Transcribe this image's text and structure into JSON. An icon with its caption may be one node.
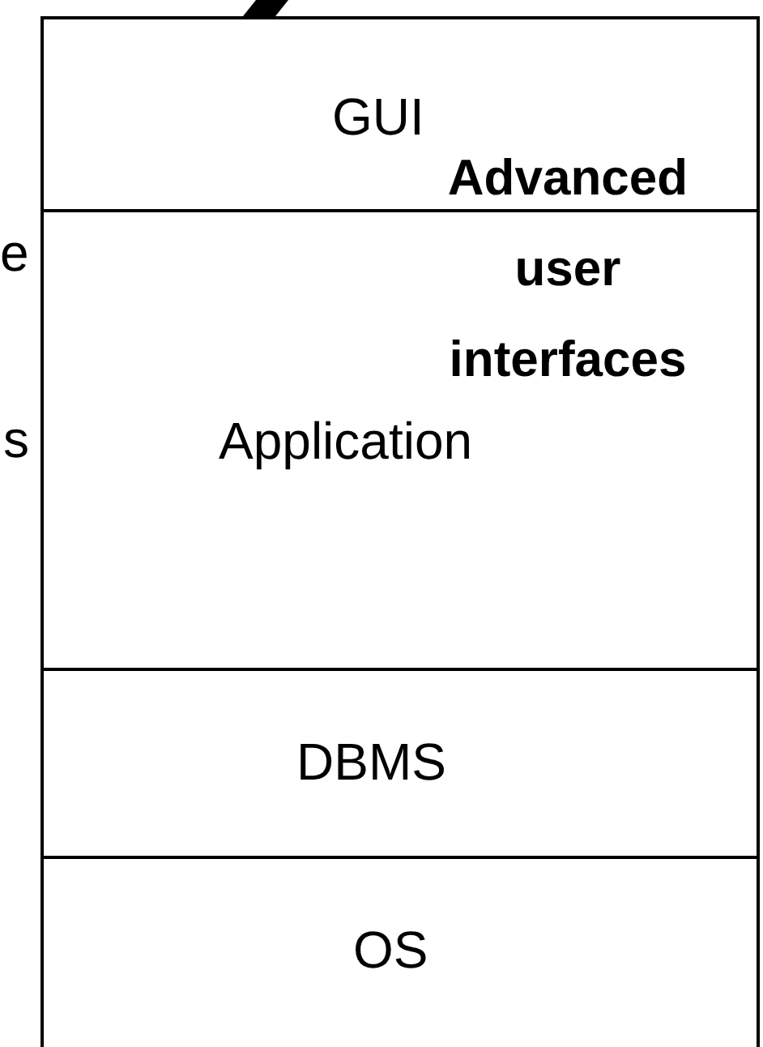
{
  "diagram": {
    "nodes": [
      {
        "text": [
          "GUI"
        ]
      },
      {
        "text": [
          "Application"
        ]
      },
      {
        "text": [
          "DBMS"
        ]
      },
      {
        "text": [
          "OS"
        ]
      }
    ],
    "labels": [
      "Advanced user interfaces",
      "e",
      "s"
    ]
  }
}
